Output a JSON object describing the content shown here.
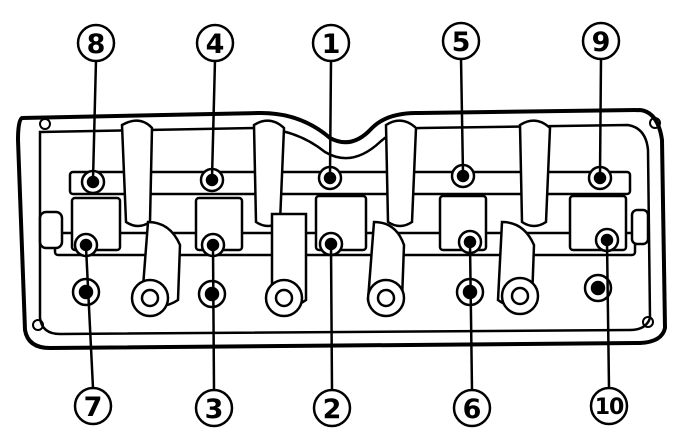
{
  "diagram": {
    "callouts": [
      {
        "label": "8"
      },
      {
        "label": "4"
      },
      {
        "label": "1"
      },
      {
        "label": "5"
      },
      {
        "label": "9"
      },
      {
        "label": "7"
      },
      {
        "label": "3"
      },
      {
        "label": "2"
      },
      {
        "label": "6"
      },
      {
        "label": "10"
      }
    ]
  },
  "colors": {
    "line": "#000000",
    "paper": "#ffffff"
  }
}
